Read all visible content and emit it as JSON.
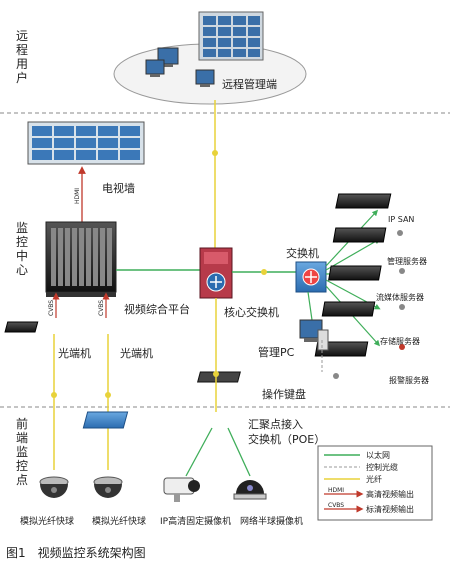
{
  "zones": {
    "remote": "远程用户",
    "monitor": "监控中心",
    "frontend": "前端监控点"
  },
  "labels": {
    "remote_mgmt": "远程管理端",
    "tv_wall": "电视墙",
    "hdmi": "HDMI",
    "platform": "视频综合平台",
    "core_switch": "核心交换机",
    "switch": "交换机",
    "optical_1": "光端机",
    "optical_2": "光端机",
    "mgmt_pc": "管理PC",
    "keyboard": "操作键盘",
    "agg_switch_1": "汇聚点接入",
    "agg_switch_2": "交换机（POE）",
    "ip_san": "IP SAN",
    "mgmt_server": "管理服务器",
    "stream_server": "流媒体服务器",
    "storage_server": "存储服务器",
    "alarm_server": "报警服务器",
    "cam_analog_1": "模拟光纤快球",
    "cam_analog_2": "模拟光纤快球",
    "cam_ip_fixed": "IP高清固定摄像机",
    "cam_ip_dome": "网络半球摄像机",
    "cvbs_1": "CVBS",
    "cvbs_2": "CVBS",
    "caption": "图1　视频监控系统架构图"
  },
  "legend": {
    "ethernet": "以太网",
    "control": "控制光缆",
    "fiber": "光纤",
    "hdmi_tag": "HDMI",
    "hdmi_out": "高清视频输出",
    "cvbs_tag": "CVBS",
    "cvbs_out": "标清视频输出"
  },
  "colors": {
    "ethernet": "#3fae5a",
    "fiber": "#e8d23a",
    "control": "#9a9a9a",
    "hdmi": "#c0392b",
    "zone_text": "#333333",
    "divider": "#888888"
  }
}
